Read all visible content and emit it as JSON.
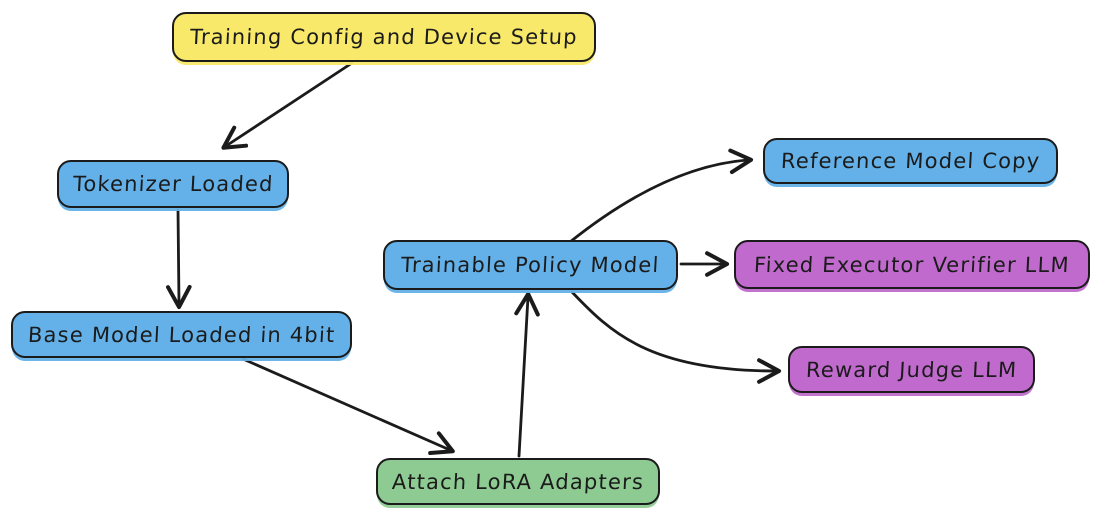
{
  "diagram": {
    "type": "flowchart",
    "style": "hand-drawn",
    "background_color": "#ffffff",
    "stroke_color": "#1b1b1b",
    "palette": {
      "yellow": "#f8e96a",
      "blue": "#63b1e8",
      "green": "#8ecb92",
      "purple": "#c16ace"
    },
    "nodes": [
      {
        "id": "config",
        "label": "Training Config and Device Setup",
        "color": "#f8e96a"
      },
      {
        "id": "tokenizer",
        "label": "Tokenizer Loaded",
        "color": "#63b1e8"
      },
      {
        "id": "base",
        "label": "Base Model Loaded in 4bit",
        "color": "#63b1e8"
      },
      {
        "id": "lora",
        "label": "Attach LoRA Adapters",
        "color": "#8ecb92"
      },
      {
        "id": "policy",
        "label": "Trainable Policy Model",
        "color": "#63b1e8"
      },
      {
        "id": "reference",
        "label": "Reference Model Copy",
        "color": "#63b1e8"
      },
      {
        "id": "verifier",
        "label": "Fixed Executor Verifier LLM",
        "color": "#c16ace"
      },
      {
        "id": "judge",
        "label": "Reward Judge LLM",
        "color": "#c16ace"
      }
    ],
    "edges": [
      {
        "from": "config",
        "to": "tokenizer"
      },
      {
        "from": "tokenizer",
        "to": "base"
      },
      {
        "from": "base",
        "to": "lora"
      },
      {
        "from": "lora",
        "to": "policy"
      },
      {
        "from": "policy",
        "to": "reference"
      },
      {
        "from": "policy",
        "to": "verifier"
      },
      {
        "from": "policy",
        "to": "judge"
      }
    ]
  }
}
